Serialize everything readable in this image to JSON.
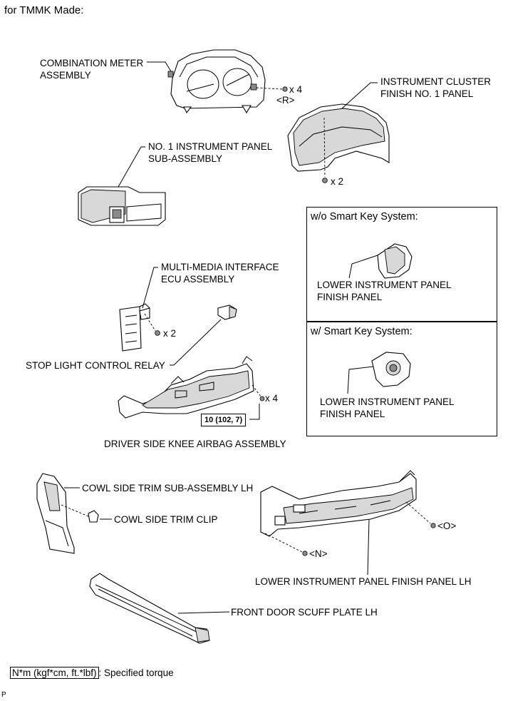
{
  "header": "for TMMK Made:",
  "labels": {
    "combination_meter": [
      "COMBINATION METER",
      "ASSEMBLY"
    ],
    "meter_screw_qty": "x 4",
    "meter_screw_ref": "<R>",
    "instrument_cluster": [
      "INSTRUMENT CLUSTER",
      "FINISH NO. 1 PANEL"
    ],
    "cluster_screw_qty": "x 2",
    "no1_instrument_panel": [
      "NO. 1 INSTRUMENT PANEL",
      "SUB-ASSEMBLY"
    ],
    "multimedia_ecu": [
      "MULTI-MEDIA INTERFACE",
      "ECU ASSEMBLY"
    ],
    "ecu_screw_qty": "x 2",
    "stop_light_relay": "STOP LIGHT CONTROL RELAY",
    "airbag_bolt_qty": "x 4",
    "airbag_torque": "10 (102, 7)",
    "knee_airbag": "DRIVER SIDE KNEE AIRBAG ASSEMBLY",
    "cowl_trim": "COWL SIDE TRIM SUB-ASSEMBLY LH",
    "cowl_clip": "COWL SIDE TRIM CLIP",
    "lower_finish_lh": "LOWER INSTRUMENT PANEL FINISH PANEL LH",
    "screw_ref_o": "<O>",
    "screw_ref_n": "<N>",
    "scuff_plate": "FRONT DOOR SCUFF PLATE LH"
  },
  "variants": [
    {
      "title": "w/o Smart Key System:",
      "part": [
        "LOWER INSTRUMENT PANEL",
        "FINISH PANEL"
      ]
    },
    {
      "title": "w/ Smart Key System:",
      "part": [
        "LOWER INSTRUMENT PANEL",
        "FINISH PANEL"
      ]
    }
  ],
  "legend": {
    "symbol": "N*m (kgf*cm, ft.*lbf)",
    "text": ": Specified torque"
  },
  "footer_code": "P"
}
